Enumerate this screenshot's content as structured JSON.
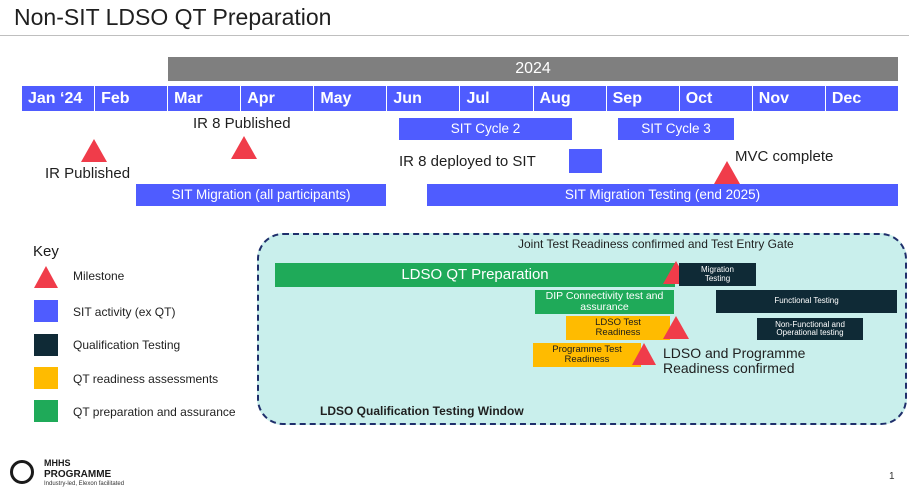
{
  "title": "Non-SIT LDSO QT Preparation",
  "year": "2024",
  "months": [
    "Jan ‘24",
    "Feb",
    "Mar",
    "Apr",
    "May",
    "Jun",
    "Jul",
    "Aug",
    "Sep",
    "Oct",
    "Nov",
    "Dec"
  ],
  "timeline": {
    "ir8_published": "IR 8 Published",
    "ir_published": "IR Published",
    "sit_cycle_2": "SIT Cycle 2",
    "sit_cycle_3": "SIT Cycle 3",
    "ir8_deployed": "IR 8 deployed to SIT",
    "mvc_complete": "MVC complete",
    "sit_migration": "SIT Migration (all participants)",
    "sit_migration_testing": "SIT Migration Testing (end 2025)"
  },
  "key": {
    "title": "Key",
    "items": [
      {
        "label": "Milestone",
        "color": "#f03c4a",
        "icon": "triangle-icon"
      },
      {
        "label": "SIT activity (ex QT)",
        "color": "#4f5cff"
      },
      {
        "label": "Qualification Testing",
        "color": "#0f2a36"
      },
      {
        "label": "QT readiness assessments",
        "color": "#ffbb00"
      },
      {
        "label": "QT preparation and assurance",
        "color": "#1faa59"
      }
    ]
  },
  "qt_window": {
    "gate_label": "Joint Test Readiness confirmed and Test Entry Gate",
    "ldso_qt_prep": "LDSO QT Preparation",
    "migration_testing": "Migration Testing",
    "dip_connectivity": "DIP Connectivity test and assurance",
    "functional_testing": "Functional Testing",
    "ldso_test_readiness": "LDSO Test Readiness",
    "nonfunctional": "Non-Functional and Operational testing",
    "programme_test_readiness": "Programme Test Readiness",
    "ldso_programme_readiness": "LDSO and Programme Readiness confirmed",
    "window_label": "LDSO Qualification Testing Window"
  },
  "footer": {
    "logo_line1": "MHHS",
    "logo_line2": "PROGRAMME",
    "tagline": "Industry-led, Elexon facilitated",
    "page_number": "1"
  }
}
